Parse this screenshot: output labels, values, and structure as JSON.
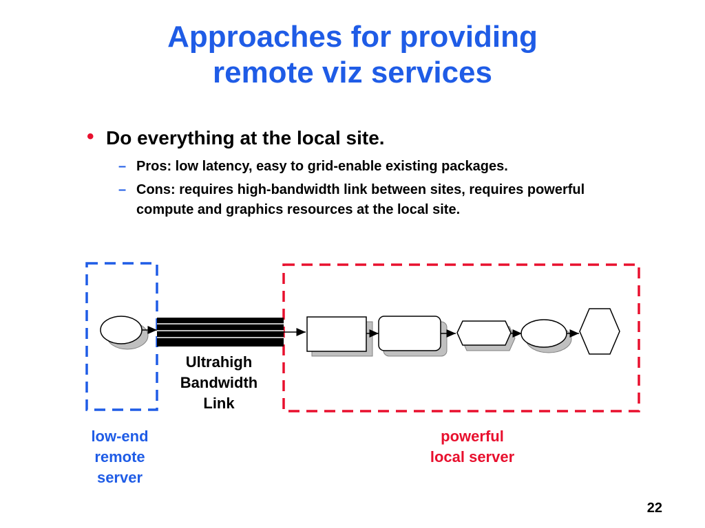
{
  "title": {
    "line1": "Approaches for providing",
    "line2": "remote viz services"
  },
  "bullet": {
    "text": "Do everything at the local site.",
    "subitems": [
      {
        "text": "Pros: low latency, easy to grid-enable existing packages."
      },
      {
        "text": "Cons: requires high-bandwidth link between sites, requires powerful compute and graphics resources at the local site."
      }
    ]
  },
  "diagram": {
    "link_label": "Ultrahigh Bandwidth Link",
    "remote_label": "low-end remote server",
    "local_label": "powerful local server"
  },
  "colors": {
    "title": "#1f5ce6",
    "bullet": "#e8102e",
    "remote": "#1f5ce6",
    "local": "#e8102e"
  },
  "page_number": "22"
}
